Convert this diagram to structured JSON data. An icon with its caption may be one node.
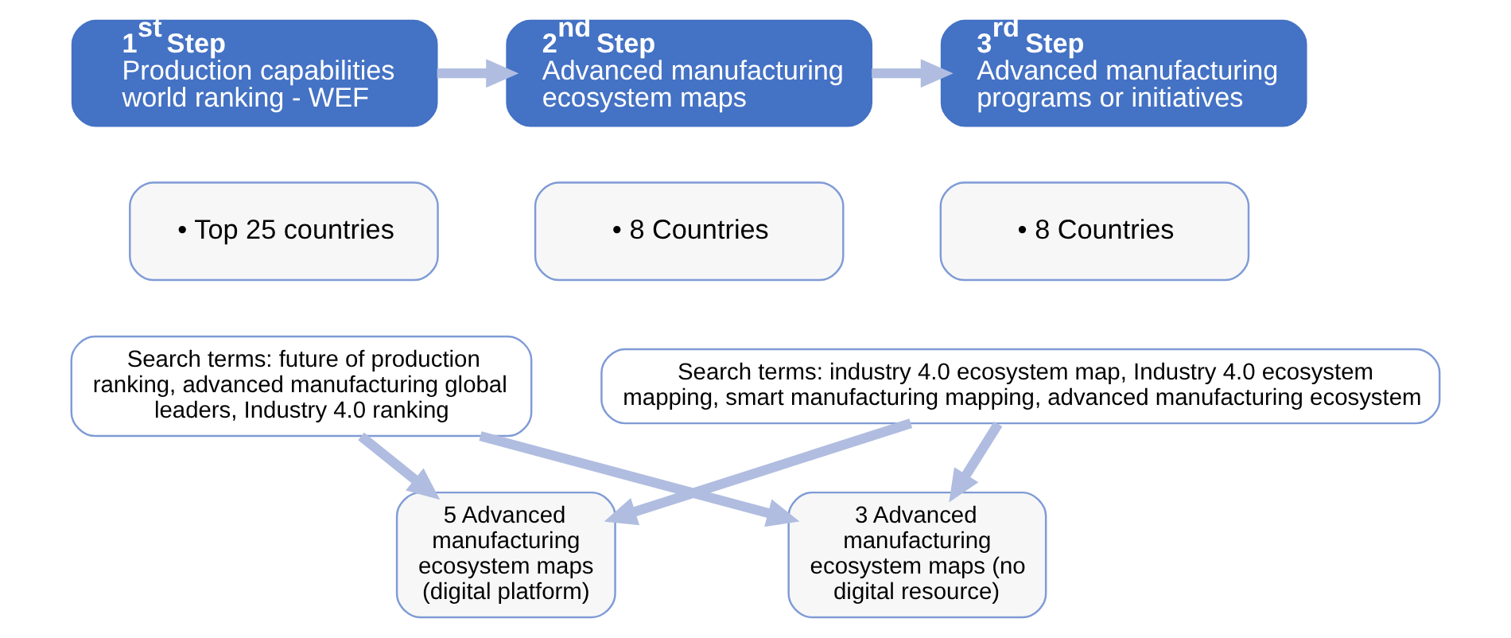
{
  "diagram": {
    "nodes": [
      {
        "text": [
          "1$^{st}$ Step",
          "Production capabilities world ranking - WEF"
        ]
      },
      {
        "text": [
          "• Top 25 countries"
        ]
      },
      {
        "text": [
          "2$^{nd}$ Step",
          "Advanced manufacturing ecosystem maps"
        ]
      },
      {
        "text": [
          "• 8 Countries"
        ]
      },
      {
        "text": [
          "3$^{rd}$ Step",
          "Advanced manufacturing programs or initiatives"
        ]
      },
      {
        "text": [
          "• 8 Countries"
        ]
      },
      {
        "text": [
          "Search terms: future of production ranking, advanced manufacturing global leaders, Industry 4.0 ranking"
        ]
      },
      {
        "text": [
          "Search terms: industry 4.0 ecosystem map, Industry 4.0 ecosystem mapping, smart manufacturing mapping, advanced manufacturing ecosystem"
        ]
      },
      {
        "text": [
          "5 Advanced manufacturing ecosystem maps (digital platform)"
        ]
      },
      {
        "text": [
          "3 Advanced manufacturing ecosystem maps (no digital resource)"
        ]
      }
    ],
    "edges": [
      {
        "from": 0,
        "to": 2,
        "arrow": "to"
      },
      {
        "from": 2,
        "to": 4,
        "arrow": "to"
      },
      {
        "from": 6,
        "to": 8,
        "arrow": "to"
      },
      {
        "from": 6,
        "to": 9,
        "arrow": "to"
      },
      {
        "from": 7,
        "to": 8,
        "arrow": "to"
      },
      {
        "from": 7,
        "to": 9,
        "arrow": "to"
      }
    ]
  }
}
